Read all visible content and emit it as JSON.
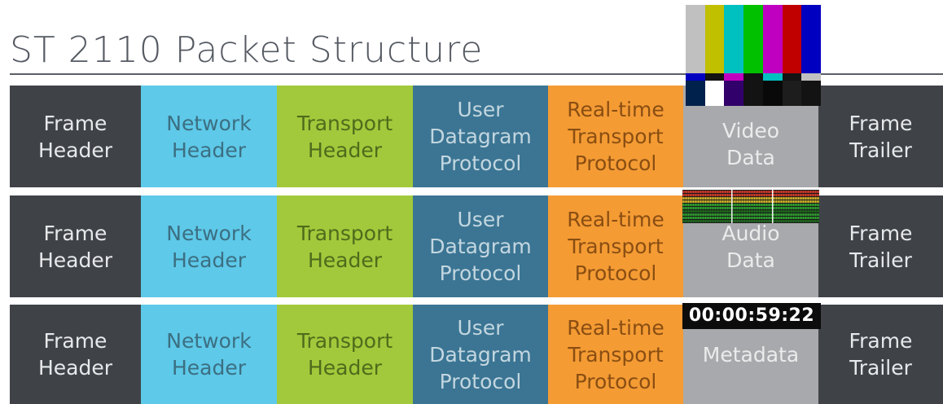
{
  "title": "ST 2110 Packet Structure",
  "colors": {
    "frame": "#3f4348",
    "network": "#5ec9e9",
    "transport": "#a2c93b",
    "udp": "#3b7593",
    "rtp": "#f49b34",
    "data": "#a8a9ac"
  },
  "rows": [
    {
      "frame_header": "Frame\nHeader",
      "network_header": "Network\nHeader",
      "transport_header": "Transport\nHeader",
      "udp": "User\nDatagram\nProtocol",
      "rtp": "Real-time\nTransport\nProtocol",
      "payload": "Video\nData",
      "frame_trailer": "Frame\nTrailer",
      "overlay": "color-bars-test-pattern"
    },
    {
      "frame_header": "Frame\nHeader",
      "network_header": "Network\nHeader",
      "transport_header": "Transport\nHeader",
      "udp": "User\nDatagram\nProtocol",
      "rtp": "Real-time\nTransport\nProtocol",
      "payload": "Audio\nData",
      "frame_trailer": "Frame\nTrailer",
      "overlay": "audio-level-meter"
    },
    {
      "frame_header": "Frame\nHeader",
      "network_header": "Network\nHeader",
      "transport_header": "Transport\nHeader",
      "udp": "User\nDatagram\nProtocol",
      "rtp": "Real-time\nTransport\nProtocol",
      "payload": "Metadata",
      "frame_trailer": "Frame\nTrailer",
      "overlay": "timecode-display"
    }
  ],
  "timecode": "00:00:59:22",
  "color_bars": {
    "top": [
      "#c0c0c0",
      "#c0c000",
      "#00c0c0",
      "#00c000",
      "#c000c0",
      "#c00000",
      "#0000c0"
    ],
    "middle": [
      "#0000c0",
      "#131313",
      "#c000c0",
      "#131313",
      "#00c0c0",
      "#131313",
      "#c0c0c0"
    ],
    "bottom": [
      "#00214c",
      "#ffffff",
      "#32006a",
      "#131313",
      "#090909",
      "#1d1d1d",
      "#131313"
    ]
  }
}
